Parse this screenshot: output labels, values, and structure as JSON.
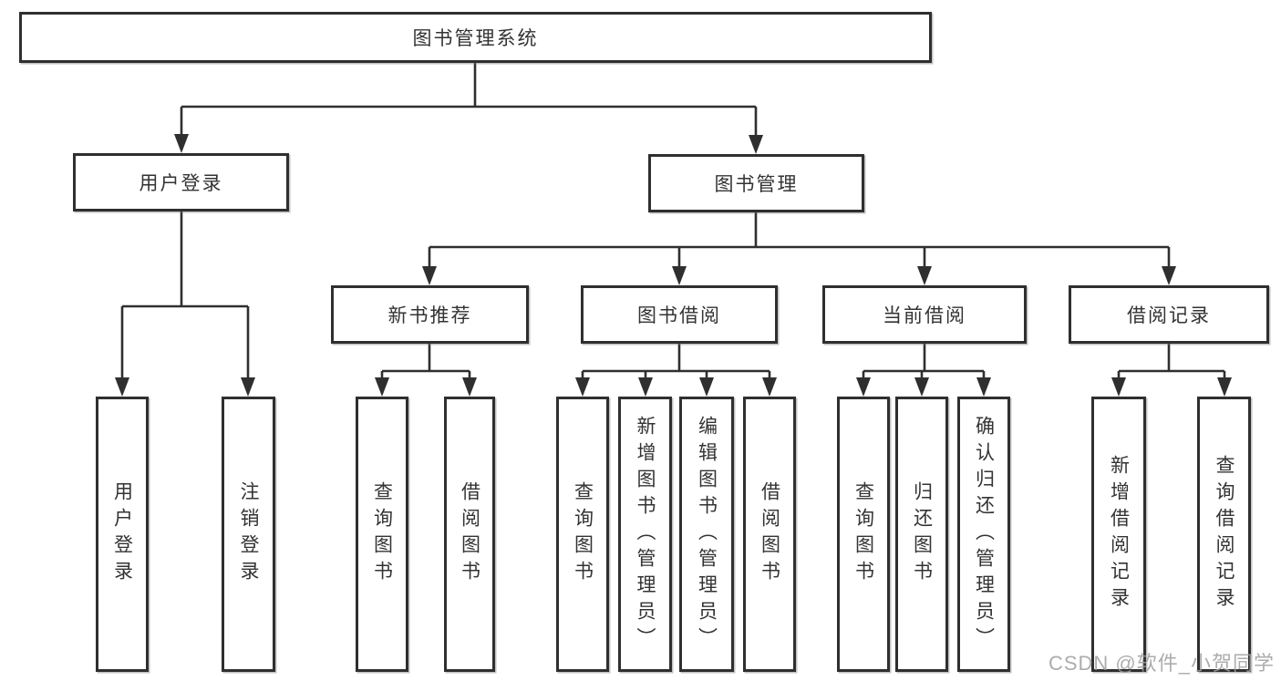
{
  "diagram": {
    "title": "图书管理系统",
    "root": {
      "label": "图书管理系统"
    },
    "level2": {
      "user_login": {
        "label": "用户登录"
      },
      "book_mgmt": {
        "label": "图书管理"
      }
    },
    "level3": {
      "new_books": {
        "label": "新书推荐"
      },
      "borrowing": {
        "label": "图书借阅"
      },
      "current": {
        "label": "当前借阅"
      },
      "records": {
        "label": "借阅记录"
      }
    },
    "leaves": {
      "user_login": {
        "label": "用户登录"
      },
      "logout": {
        "label": "注销登录"
      },
      "rec_query_books": {
        "label": "查询图书"
      },
      "rec_borrow_books": {
        "label": "借阅图书"
      },
      "bor_query_books": {
        "label": "查询图书"
      },
      "bor_add_books_admin": {
        "label": "新增图书（管理员）"
      },
      "bor_edit_books_admin": {
        "label": "编辑图书（管理员）"
      },
      "bor_borrow_books": {
        "label": "借阅图书"
      },
      "cur_query_books": {
        "label": "查询图书"
      },
      "cur_return_books": {
        "label": "归还图书"
      },
      "cur_confirm_return_admin": {
        "label": "确认归还（管理员）"
      },
      "rec_add_record": {
        "label": "新增借阅记录"
      },
      "rec_query_record": {
        "label": "查询借阅记录"
      }
    }
  },
  "watermark": {
    "text": "CSDN @软件_小贺同学"
  },
  "colors": {
    "line": "#2f2f2f",
    "text": "#333333",
    "background": "#ffffff",
    "watermark": "#9e9e9e"
  }
}
